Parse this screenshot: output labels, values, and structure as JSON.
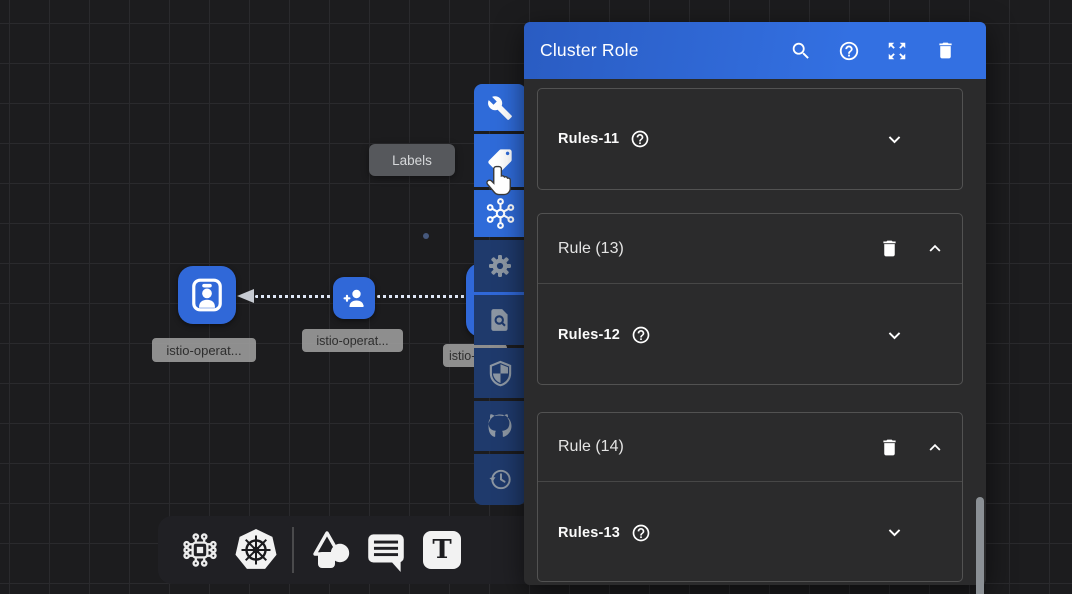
{
  "panel": {
    "title": "Cluster Role",
    "header_icons": [
      "search-icon",
      "help-icon",
      "expand-icon",
      "delete-icon"
    ],
    "cards": [
      {
        "rules_label": "Rules-11"
      },
      {
        "title": "Rule (13)",
        "rules_label": "Rules-12"
      },
      {
        "title": "Rule (14)",
        "rules_label": "Rules-13"
      }
    ]
  },
  "tooltip": {
    "label": "Labels"
  },
  "canvas": {
    "nodes": [
      {
        "label": "istio-operat..."
      },
      {
        "label": "istio-operat..."
      },
      {
        "label": "istio-operat..."
      }
    ]
  },
  "vertical_toolbar": {
    "items": [
      "wrench-tool",
      "labels-tag",
      "mesh-hub",
      "settings-gear",
      "document-search",
      "shield",
      "github",
      "history"
    ]
  },
  "bottom_toolbar": {
    "items": [
      "architecture-node",
      "kubernetes",
      "shapes",
      "comment",
      "text-tool"
    ],
    "text_tool_label": "T"
  },
  "colors": {
    "accent_blue": "#3068d8",
    "toolbar_navy": "#1f3a6c",
    "panel_header": "#3370e2",
    "panel_body": "#2b2b2c",
    "canvas_bg": "#1c1c1e"
  }
}
